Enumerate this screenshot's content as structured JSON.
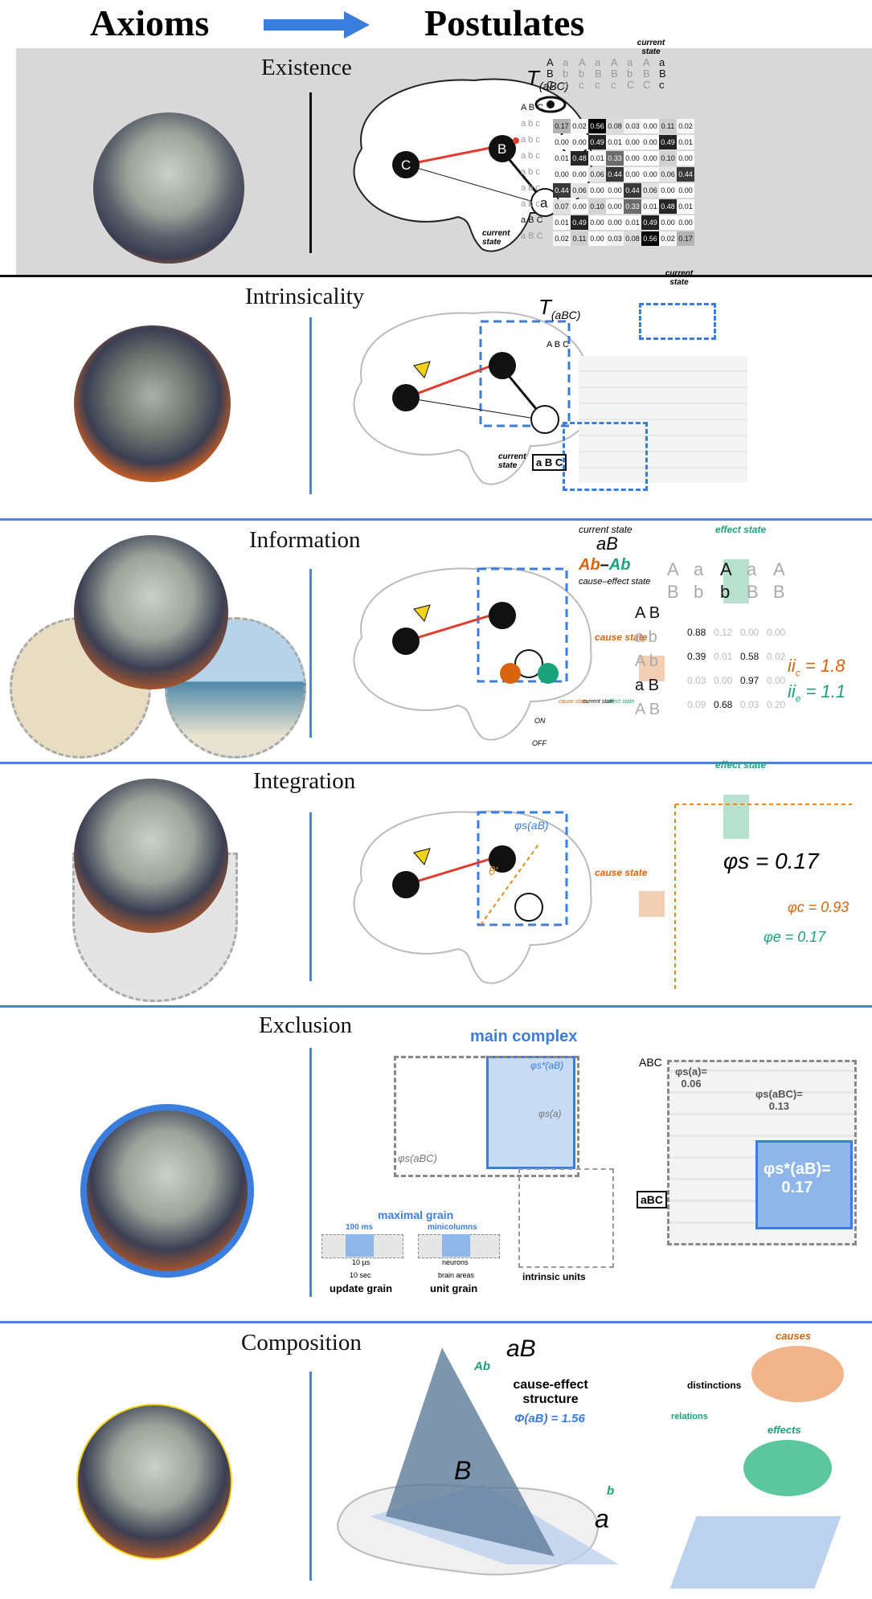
{
  "header": {
    "left": "Axioms",
    "right": "Postulates"
  },
  "panels": {
    "existence": {
      "title": "Existence",
      "T": "T",
      "T_sub": "(aBC)",
      "current_state": "current state",
      "state_label": "aBC",
      "col_rows": [
        [
          "A",
          "a",
          "A",
          "a",
          "A",
          "a",
          "A",
          "a"
        ],
        [
          "B",
          "b",
          "b",
          "B",
          "B",
          "b",
          "B",
          "B"
        ],
        [
          "C",
          "c",
          "c",
          "c",
          "c",
          "C",
          "C",
          "c"
        ]
      ],
      "row_labels": [
        "A B C",
        "a b c",
        "a b c",
        "a b c",
        "a b c",
        "a b c",
        "a b c",
        "a B C",
        "a B C"
      ],
      "matrix": [
        [
          "0.17",
          "0.02",
          "0.56",
          "0.08",
          "0.03",
          "0.00",
          "0.11",
          "0.02"
        ],
        [
          "0.00",
          "0.00",
          "0.49",
          "0.01",
          "0.00",
          "0.00",
          "0.49",
          "0.01"
        ],
        [
          "0.01",
          "0.48",
          "0.01",
          "0.33",
          "0.00",
          "0.00",
          "0.10",
          "0.00"
        ],
        [
          "0.00",
          "0.00",
          "0.06",
          "0.44",
          "0.00",
          "0.00",
          "0.06",
          "0.44"
        ],
        [
          "0.44",
          "0.06",
          "0.00",
          "0.00",
          "0.44",
          "0.06",
          "0.00",
          "0.00"
        ],
        [
          "0.07",
          "0.00",
          "0.10",
          "0.00",
          "0.33",
          "0.01",
          "0.48",
          "0.01"
        ],
        [
          "0.01",
          "0.49",
          "0.00",
          "0.00",
          "0.01",
          "0.49",
          "0.00",
          "0.00"
        ],
        [
          "0.02",
          "0.11",
          "0.00",
          "0.03",
          "0.08",
          "0.56",
          "0.02",
          "0.17"
        ]
      ],
      "nodes": {
        "C": "C",
        "B": "B",
        "a": "a"
      }
    },
    "intrinsicality": {
      "title": "Intrinsicality",
      "T": "T",
      "T_sub": "(aBC)",
      "current_state": "current state",
      "row_head": "A B C",
      "state_label": "a B C"
    },
    "information": {
      "title": "Information",
      "current_state": "current state",
      "aB": "aB",
      "Ab1": "Ab",
      "dash": "–",
      "Ab2": "Ab",
      "cause_effect_state": "cause–effect state",
      "effect_state": "effect state",
      "cause_state": "cause state",
      "col_A": [
        "A",
        "a",
        "A",
        "a",
        "A"
      ],
      "col_B": [
        "B",
        "b",
        "b",
        "B",
        "B"
      ],
      "row_labels": [
        "A B",
        "a b",
        "A b",
        "a B",
        "A B"
      ],
      "rows": [
        [
          "0.88",
          "0.12",
          "0.00",
          "0.00"
        ],
        [
          "0.39",
          "0.01",
          "0.58",
          "0.02"
        ],
        [
          "0.03",
          "0.00",
          "0.97",
          "0.00"
        ],
        [
          "0.09",
          "0.68",
          "0.03",
          "0.20"
        ]
      ],
      "ii_c": "ii",
      "ii_c_sub": "c",
      "ii_c_val": "= 1.8",
      "ii_e": "ii",
      "ii_e_sub": "e",
      "ii_e_val": "= 1.1",
      "legend_head": [
        "cause state",
        "current state",
        "effect state"
      ],
      "on": "ON",
      "off": "OFF",
      "A": "A",
      "a": "a",
      "b": "b",
      "B": "B"
    },
    "integration": {
      "title": "Integration",
      "effect_state": "effect state",
      "cause_state": "cause state",
      "phi_s": "φs = 0.17",
      "phi_c": "φc = 0.93",
      "phi_e": "φe = 0.17",
      "phi_s_aB": "φs(aB)",
      "theta": "θ'"
    },
    "exclusion": {
      "title": "Exclusion",
      "main_complex": "main complex",
      "phi_star_aB": "φs*(aB)",
      "phi_a": "φs(a)",
      "phi_aBC": "φs(aBC)",
      "phi_a_val": "φs(a)=\n0.06",
      "phi_aBC_val": "φs(aBC)=\n0.13",
      "phi_star_val": "φs*(aB)=\n0.17",
      "maximal_grain": "maximal grain",
      "ms": "100 ms",
      "minicolumns": "minicolumns",
      "us": "10 µs",
      "sec": "10 sec",
      "neurons": "neurons",
      "brain_areas": "brain areas",
      "update_grain": "update grain",
      "unit_grain": "unit grain",
      "intrinsic_units": "intrinsic units",
      "row_head": "ABC",
      "state_label": "aBC"
    },
    "composition": {
      "title": "Composition",
      "aB": "aB",
      "Ab": "Ab",
      "ces": "cause-effect structure",
      "Phi": "Φ(aB) = 1.56",
      "causes": "causes",
      "effects": "effects",
      "distinctions": "distinctions",
      "relations": "relations",
      "b": "b",
      "a": "a",
      "B": "B"
    }
  },
  "colors": {
    "blue": "#3b7ddd",
    "orange": "#d9640e",
    "green": "#1aa37a",
    "red": "#e23b2e",
    "gray_panel": "#d8d8d8"
  }
}
